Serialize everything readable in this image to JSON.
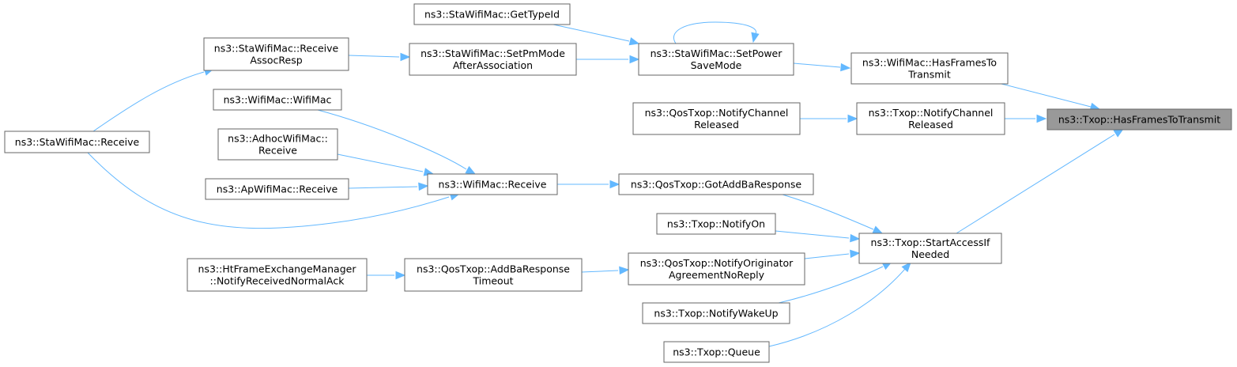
{
  "nodes": [
    {
      "id": "n_target",
      "lines": [
        "ns3::Txop::HasFramesToTransmit"
      ]
    },
    {
      "id": "n_wm_has",
      "lines": [
        "ns3::WifiMac::HasFramesTo",
        "Transmit"
      ]
    },
    {
      "id": "n_txop_ncr",
      "lines": [
        "ns3::Txop::NotifyChannel",
        "Released"
      ]
    },
    {
      "id": "n_start",
      "lines": [
        "ns3::Txop::StartAccessIf",
        "Needed"
      ]
    },
    {
      "id": "n_setps",
      "lines": [
        "ns3::StaWifiMac::SetPower",
        "SaveMode"
      ]
    },
    {
      "id": "n_gettype",
      "lines": [
        "ns3::StaWifiMac::GetTypeId"
      ]
    },
    {
      "id": "n_setpm",
      "lines": [
        "ns3::StaWifiMac::SetPmMode",
        "AfterAssociation"
      ]
    },
    {
      "id": "n_rxassoc",
      "lines": [
        "ns3::StaWifiMac::Receive",
        "AssocResp"
      ]
    },
    {
      "id": "n_sta_rx",
      "lines": [
        "ns3::StaWifiMac::Receive"
      ]
    },
    {
      "id": "n_qos_ncr",
      "lines": [
        "ns3::QosTxop::NotifyChannel",
        "Released"
      ]
    },
    {
      "id": "n_gotaddba",
      "lines": [
        "ns3::QosTxop::GotAddBaResponse"
      ]
    },
    {
      "id": "n_wm_rx",
      "lines": [
        "ns3::WifiMac::Receive"
      ]
    },
    {
      "id": "n_wm_wm",
      "lines": [
        "ns3::WifiMac::WifiMac"
      ]
    },
    {
      "id": "n_adhoc",
      "lines": [
        "ns3::AdhocWifiMac::",
        "Receive"
      ]
    },
    {
      "id": "n_ap",
      "lines": [
        "ns3::ApWifiMac::Receive"
      ]
    },
    {
      "id": "n_notifyon",
      "lines": [
        "ns3::Txop::NotifyOn"
      ]
    },
    {
      "id": "n_noanr",
      "lines": [
        "ns3::QosTxop::NotifyOriginator",
        "AgreementNoReply"
      ]
    },
    {
      "id": "n_addbato",
      "lines": [
        "ns3::QosTxop::AddBaResponse",
        "Timeout"
      ]
    },
    {
      "id": "n_htfem",
      "lines": [
        "ns3::HtFrameExchangeManager",
        "::NotifyReceivedNormalAck"
      ]
    },
    {
      "id": "n_wakeup",
      "lines": [
        "ns3::Txop::NotifyWakeUp"
      ]
    },
    {
      "id": "n_queue",
      "lines": [
        "ns3::Txop::Queue"
      ]
    }
  ],
  "edges": [
    {
      "from": "n_wm_has",
      "to": "n_target"
    },
    {
      "from": "n_txop_ncr",
      "to": "n_target"
    },
    {
      "from": "n_start",
      "to": "n_target"
    },
    {
      "from": "n_setps",
      "to": "n_wm_has"
    },
    {
      "from": "n_setps",
      "to": "n_setps"
    },
    {
      "from": "n_gettype",
      "to": "n_setps"
    },
    {
      "from": "n_setpm",
      "to": "n_setps"
    },
    {
      "from": "n_rxassoc",
      "to": "n_setpm"
    },
    {
      "from": "n_sta_rx",
      "to": "n_rxassoc"
    },
    {
      "from": "n_qos_ncr",
      "to": "n_txop_ncr"
    },
    {
      "from": "n_gotaddba",
      "to": "n_start"
    },
    {
      "from": "n_wm_rx",
      "to": "n_gotaddba"
    },
    {
      "from": "n_wm_wm",
      "to": "n_wm_rx"
    },
    {
      "from": "n_adhoc",
      "to": "n_wm_rx"
    },
    {
      "from": "n_ap",
      "to": "n_wm_rx"
    },
    {
      "from": "n_sta_rx",
      "to": "n_wm_rx"
    },
    {
      "from": "n_notifyon",
      "to": "n_start"
    },
    {
      "from": "n_noanr",
      "to": "n_start"
    },
    {
      "from": "n_addbato",
      "to": "n_noanr"
    },
    {
      "from": "n_htfem",
      "to": "n_addbato"
    },
    {
      "from": "n_wakeup",
      "to": "n_start"
    },
    {
      "from": "n_queue",
      "to": "n_start"
    }
  ],
  "colors": {
    "edge": "#63b8ff",
    "target_fill": "#999999",
    "node_border": "#666666"
  }
}
